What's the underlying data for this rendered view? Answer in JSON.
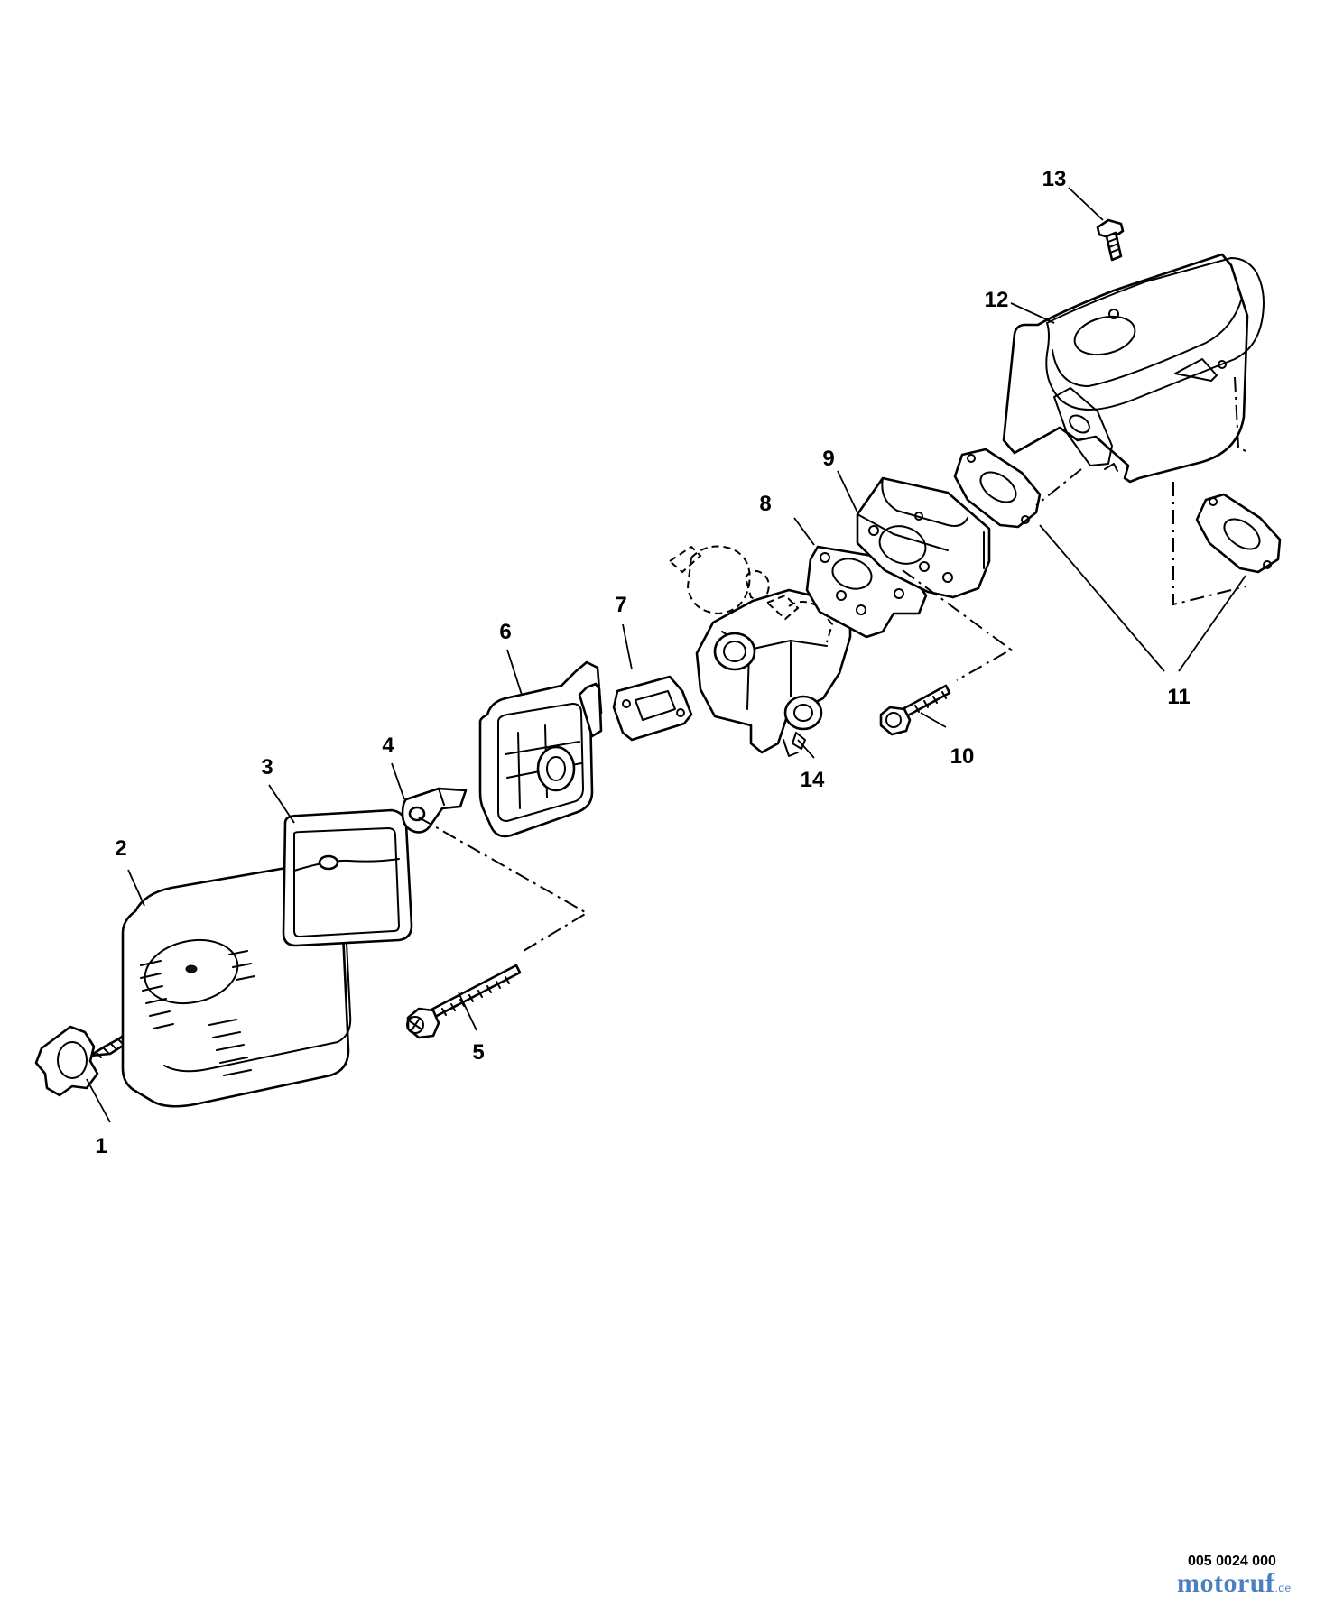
{
  "callouts": [
    {
      "id": "1",
      "label": "1"
    },
    {
      "id": "2",
      "label": "2"
    },
    {
      "id": "3",
      "label": "3"
    },
    {
      "id": "4",
      "label": "4"
    },
    {
      "id": "5",
      "label": "5"
    },
    {
      "id": "6",
      "label": "6"
    },
    {
      "id": "7",
      "label": "7"
    },
    {
      "id": "8",
      "label": "8"
    },
    {
      "id": "9",
      "label": "9"
    },
    {
      "id": "10",
      "label": "10"
    },
    {
      "id": "11",
      "label": "11"
    },
    {
      "id": "12",
      "label": "12"
    },
    {
      "id": "13",
      "label": "13"
    },
    {
      "id": "14",
      "label": "14"
    }
  ],
  "reference_number": "005 0024 000",
  "watermark": {
    "text": "motoruf",
    "suffix": ".de",
    "color": "#4a7fc0"
  }
}
